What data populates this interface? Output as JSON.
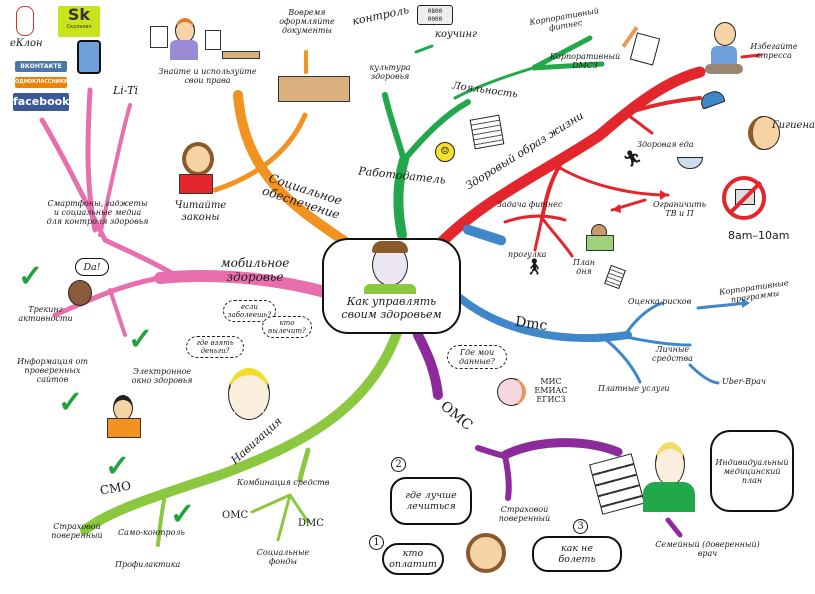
{
  "center": {
    "title": "Как управлять\nсвоим здоровьем"
  },
  "colors": {
    "social": "#f2921f",
    "employer": "#22a84a",
    "healthy": "#e3262b",
    "dms": "#3f87c9",
    "oms": "#8e2b9c",
    "navigation": "#8cc83f",
    "mobile": "#e86fad",
    "check": "#1fa33a"
  },
  "logos": {
    "eklon": "еКлон",
    "sk": "Sk",
    "skolkovo": "Сколково",
    "vk": "ВКОНТАКТЕ",
    "ok": "ОДНОКЛАССНИКИ",
    "facebook": "facebook"
  },
  "social": {
    "label": "Социальное\nобеспечение",
    "rights": "Знайте и используйте\nсвои права",
    "documents": "Вовремя\nоформляйте\nдокументы",
    "laws": "Читайте\nзаконы"
  },
  "employer": {
    "label": "Работодатель",
    "control": "контроль",
    "device_display": "0800\n0000",
    "coaching": "коучинг",
    "culture": "культура\nздоровья",
    "loyalty": "Лояльность",
    "corp_fitness": "Корпоративный\nфитнес",
    "corp_dms": "Корпоративный\nDMC3"
  },
  "healthy": {
    "label": "Здоровый образ жизни",
    "stress": "Избегайте\nстресса",
    "hygiene": "Гигиена",
    "food": "Здоровая еда",
    "limit_tv": "Ограничить\nТВ и П",
    "time": "8am–10am",
    "fitness": "Задача фитнес",
    "walk": "прогулка",
    "plan": "План\nдня"
  },
  "dms": {
    "label": "Dmc",
    "risk": "Оценка рисков",
    "corp_programs": "Корпоративные\nпрограммы",
    "personal": "Личные\nсредства",
    "uber": "Uber-Врач",
    "paid": "Платные услуги"
  },
  "oms": {
    "label": "ОМС",
    "data_question": "Где мои\nданные?",
    "systems": "МИС\nЕМИАС\nЕГИСЗ",
    "attorney": "Страховой\nповеренный",
    "plan": "Индивидуальный\nмедицинский\nплан",
    "family_doctor": "Семейный (доверенный)\nврач",
    "questions": [
      {
        "num": "1",
        "text": "кто\nоплатит"
      },
      {
        "num": "2",
        "text": "где лучше\nлечиться"
      },
      {
        "num": "3",
        "text": "как не\nболеть"
      }
    ]
  },
  "navigation": {
    "label": "Навигация",
    "smo": "СМО",
    "attorney": "Страховой\nповеренный",
    "self_control": "Само-контроль",
    "prevention": "Профилактика",
    "combination": "Комбинация средств",
    "oms": "ОМС",
    "dms": "DMC",
    "social_funds": "Социальные\nфонды"
  },
  "mobile": {
    "label": "мобильное\nздоровье",
    "liti": "Li-Ti",
    "gadgets": "Смартфоны, гаджеты\nи социальные медиа\nдля контроля здоровья",
    "tracking": "Трекинг\nактивности",
    "da": "Da!",
    "info": "Информация от\nпроверенных\nсайтов",
    "e_window": "Электронное\nокно здоровья",
    "thoughts": [
      "если\nзаболеешь?",
      "кто\nвылечит?",
      "где взять\nденьги?"
    ]
  }
}
